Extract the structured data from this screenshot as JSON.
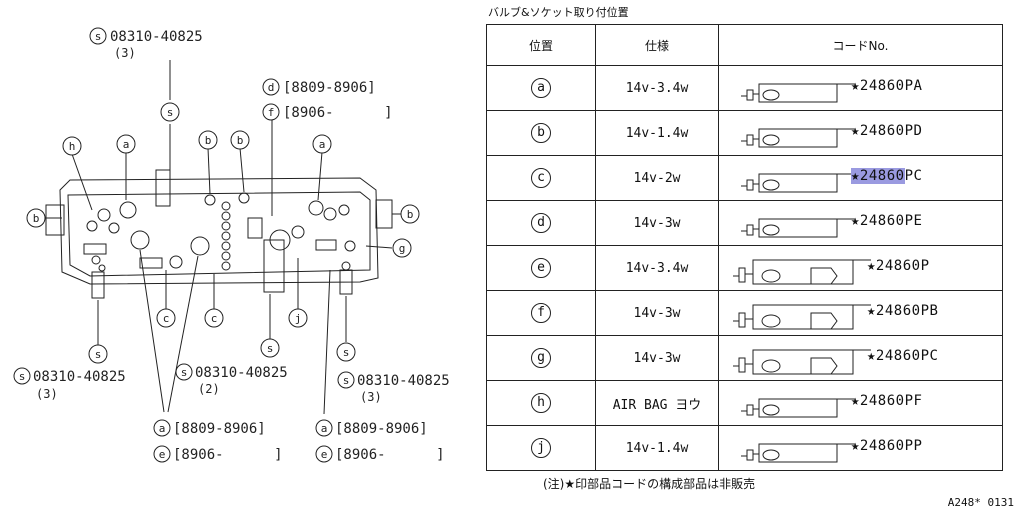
{
  "diagram": {
    "callouts": {
      "s_top": "s",
      "s_top_part": "08310-40825",
      "s_top_qty": "(3)",
      "d_circ": "d",
      "d_range": "[8809-8906]",
      "f_circ": "f",
      "f_range": "[8906-      ]",
      "s_bl": "s",
      "s_bl_part": "08310-40825",
      "s_bl_qty": "(3)",
      "s_bm": "s",
      "s_bm_part": "08310-40825",
      "s_bm_qty": "(2)",
      "s_br": "s",
      "s_br_part": "08310-40825",
      "s_br_qty": "(3)",
      "a1_circ": "a",
      "a1_range": "[8809-8906]",
      "e1_circ": "e",
      "e1_range": "[8906-      ]",
      "a2_circ": "a",
      "a2_range": "[8809-8906]",
      "e2_circ": "e",
      "e2_range": "[8906-      ]",
      "h": "h",
      "a": "a",
      "b": "b",
      "c": "c",
      "g": "g",
      "j": "j",
      "s": "s"
    }
  },
  "table": {
    "title": "バルブ&ソケット取り付位置",
    "headers": {
      "position": "位置",
      "spec": "仕様",
      "code": "コードNo."
    },
    "rows": [
      {
        "pos": "a",
        "spec": "14v-3.4w",
        "code": "★24860PA"
      },
      {
        "pos": "b",
        "spec": "14v-1.4w",
        "code": "★24860PD"
      },
      {
        "pos": "c",
        "spec": "14v-2w",
        "code_hl": "★24860",
        "code_rest": "PC"
      },
      {
        "pos": "d",
        "spec": "14v-3w",
        "code": "★24860PE"
      },
      {
        "pos": "e",
        "spec": "14v-3.4w",
        "code": "★24860P"
      },
      {
        "pos": "f",
        "spec": "14v-3w",
        "code": "★24860PB"
      },
      {
        "pos": "g",
        "spec": "14v-3w",
        "code": "★24860PC"
      },
      {
        "pos": "h",
        "spec": "AIR BAG ヨウ",
        "code": "★24860PF"
      },
      {
        "pos": "j",
        "spec": "14v-1.4w",
        "code": "★24860PP"
      }
    ]
  },
  "footnote": "(注)★印部品コードの構成部品は非販売",
  "reference": "A248* 0131"
}
